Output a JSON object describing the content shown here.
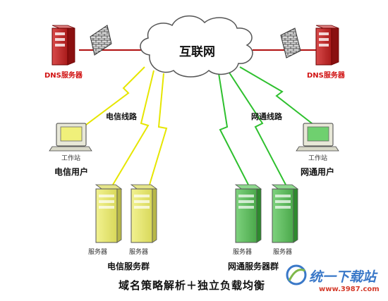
{
  "diagram": {
    "cloud_label": "互联网",
    "dns_left_label": "DNS服务器",
    "dns_right_label": "DNS服务器",
    "telecom_route_label": "电信线路",
    "netcom_route_label": "网通线路",
    "workstation_label": "工作站",
    "telecom_user_label": "电信用户",
    "netcom_user_label": "网通用户",
    "server_label": "服务器",
    "telecom_group_label": "电信服务群",
    "netcom_group_label": "网通服务器群",
    "title": "域名策略解析＋独立负载均衡"
  },
  "watermark": {
    "text": "统一下载站",
    "url": "www.3987.com"
  },
  "colors": {
    "telecom": "#e8e800",
    "netcom": "#33cc33",
    "dns_red": "#cc1111",
    "link_red": "#b01010",
    "accent_blue": "#3a78c8"
  }
}
